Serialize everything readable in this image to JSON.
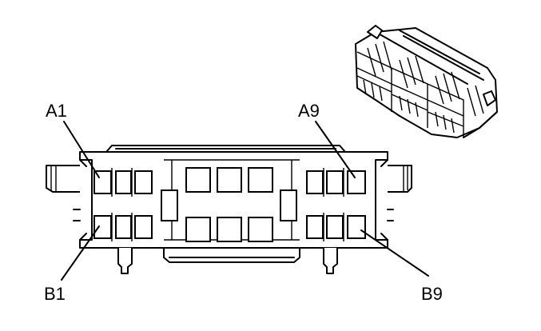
{
  "diagram": {
    "labels": {
      "a1": "A1",
      "a9": "A9",
      "b1": "B1",
      "b9": "B9"
    },
    "colors": {
      "line": "#000000",
      "background": "#ffffff"
    }
  }
}
